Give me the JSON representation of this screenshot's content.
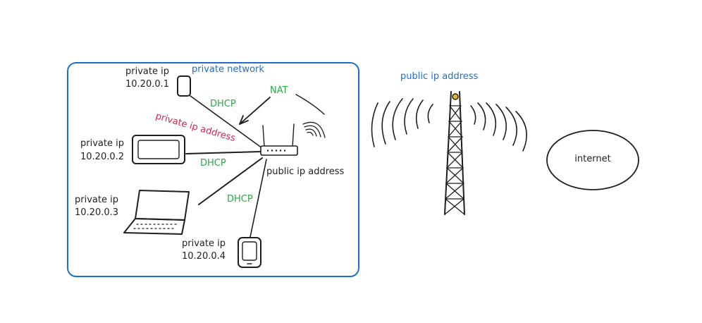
{
  "network": {
    "title": "private network",
    "border_color": "#1f6fc5"
  },
  "devices": [
    {
      "id": "phone",
      "label": "private ip",
      "ip": "10.20.0.1"
    },
    {
      "id": "monitor",
      "label": "private ip",
      "ip": "10.20.0.2"
    },
    {
      "id": "laptop",
      "label": "private ip",
      "ip": "10.20.0.3"
    },
    {
      "id": "tablet",
      "label": "private ip",
      "ip": "10.20.0.4"
    }
  ],
  "links": {
    "dhcp_1": "DHCP",
    "dhcp_2": "DHCP",
    "dhcp_3": "DHCP",
    "nat": "NAT",
    "private_ip_address": "private ip address",
    "router_public_ip": "public ip address"
  },
  "tower": {
    "label": "public ip address"
  },
  "cloud": {
    "label": "internet"
  },
  "colors": {
    "blue": "#1f6fc5",
    "green": "#2aa84a",
    "red": "#d6224d",
    "ink": "#1e1e1e",
    "tower_light": "#e3b62a"
  }
}
